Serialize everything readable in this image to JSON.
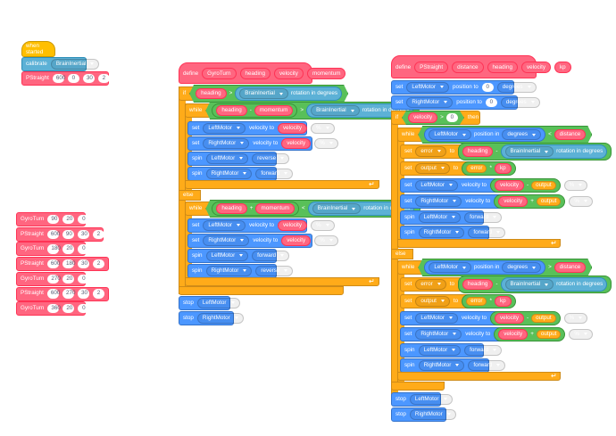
{
  "words": {
    "when_started": "when started",
    "calibrate": "calibrate",
    "define": "define",
    "if": "if",
    "then": "then",
    "else": "else",
    "while": "while",
    "set": "set",
    "spin": "spin",
    "stop": "stop",
    "velocity_to": "velocity to",
    "position_to": "position to",
    "degrees": "degrees",
    "position_in": "position in",
    "rotation_in": "rotation in degrees",
    "to": "to",
    "pct": "%",
    "gt": ">",
    "lt": "<",
    "eq": "=",
    "plus": "+",
    "minus": "-",
    "times": "*"
  },
  "sensor": "BrainInertial",
  "motors": {
    "left": "LeftMotor",
    "right": "RightMotor"
  },
  "dirs": {
    "reverse": "reverse",
    "forward": "forward"
  },
  "vars": {
    "error": "error",
    "output": "output"
  },
  "left_script": {
    "pstraight": {
      "name": "PStraight",
      "args": [
        "600",
        "0",
        "30",
        "2"
      ]
    }
  },
  "gyroturn_def": {
    "name": "GyroTurn",
    "params": [
      "heading",
      "velocity",
      "momentum"
    ]
  },
  "pstraight_def": {
    "name": "PStraight",
    "params": [
      "distance",
      "heading",
      "velocity",
      "kp"
    ],
    "zero": "0"
  },
  "sequence": [
    {
      "name": "GyroTurn",
      "args": [
        "90",
        "20",
        "0"
      ]
    },
    {
      "name": "PStraight",
      "args": [
        "600",
        "90",
        "30",
        "2"
      ]
    },
    {
      "name": "GyroTurn",
      "args": [
        "180",
        "20",
        "0"
      ]
    },
    {
      "name": "PStraight",
      "args": [
        "600",
        "180",
        "30",
        "2"
      ]
    },
    {
      "name": "GyroTurn",
      "args": [
        "270",
        "20",
        "0"
      ]
    },
    {
      "name": "PStraight",
      "args": [
        "600",
        "270",
        "30",
        "2"
      ]
    },
    {
      "name": "GyroTurn",
      "args": [
        "360",
        "20",
        "0"
      ]
    }
  ]
}
